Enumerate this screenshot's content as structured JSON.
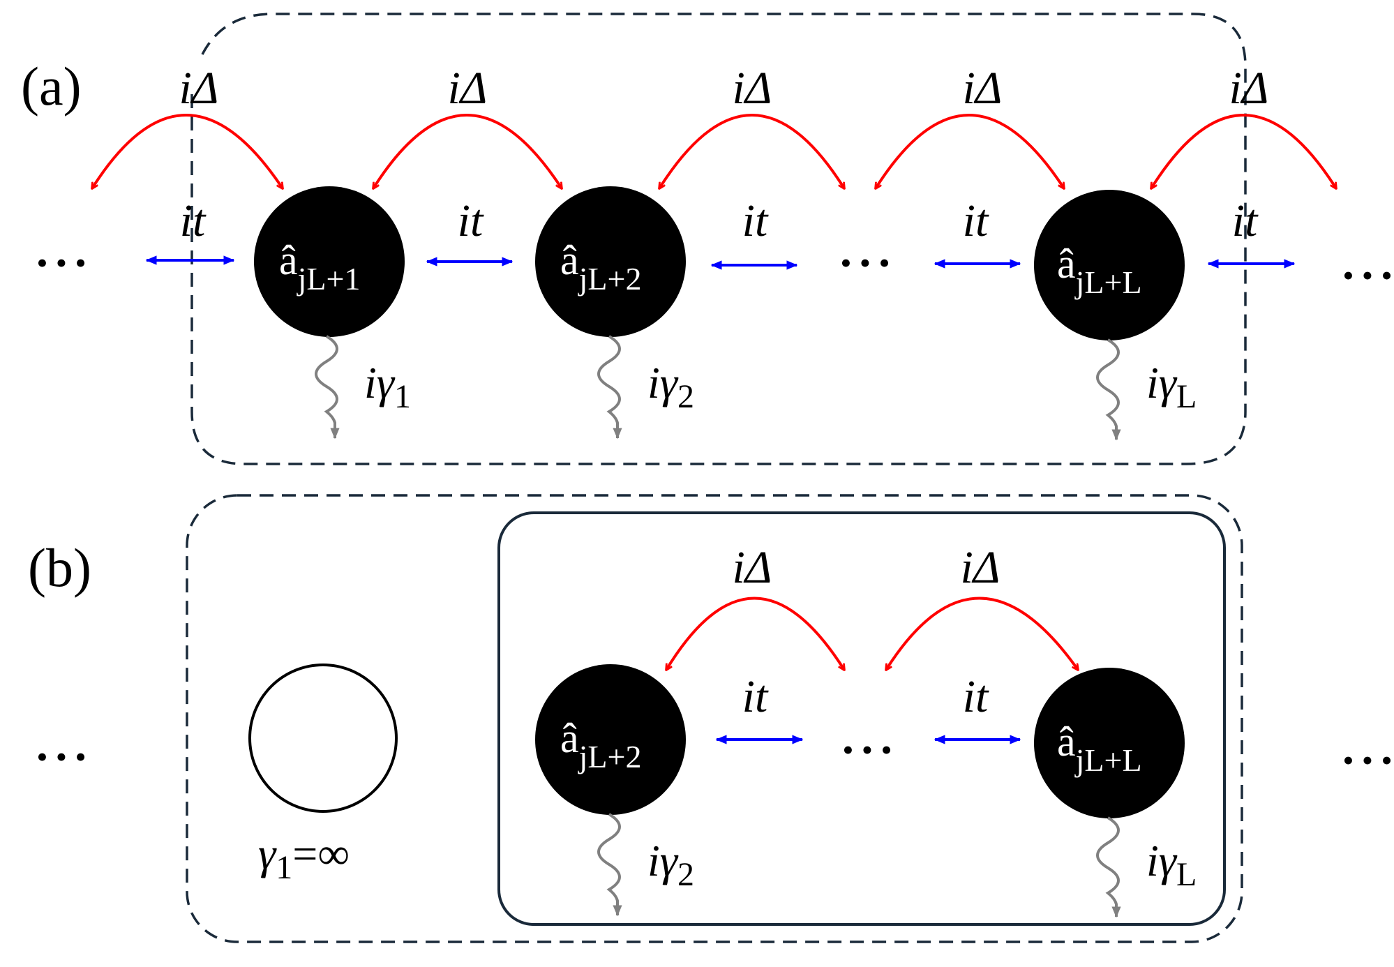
{
  "panel_a": {
    "label": "(a)",
    "nn_delta_label": "iΔ",
    "hop_label": "it",
    "ellipsis": "• • •",
    "sites": [
      {
        "hat": "â",
        "subscript": "jL+1",
        "loss_prefix": "iγ",
        "loss_sub": "1"
      },
      {
        "hat": "â",
        "subscript": "jL+2",
        "loss_prefix": "iγ",
        "loss_sub": "2"
      },
      {
        "hat": "â",
        "subscript": "jL+L",
        "loss_prefix": "iγ",
        "loss_sub": "L"
      }
    ]
  },
  "panel_b": {
    "label": "(b)",
    "nn_delta_label": "iΔ",
    "hop_label": "it",
    "ellipsis": "• • •",
    "removed_site": {
      "gamma": "γ",
      "sub": "1",
      "value": "=∞"
    },
    "sites": [
      {
        "hat": "â",
        "subscript": "jL+2",
        "loss_prefix": "iγ",
        "loss_sub": "2"
      },
      {
        "hat": "â",
        "subscript": "jL+L",
        "loss_prefix": "iγ",
        "loss_sub": "L"
      }
    ]
  },
  "colors": {
    "delta_arrow": "#ff0000",
    "hop_arrow": "#0000ff",
    "loss_arrow": "#808080",
    "site_fill": "#000000",
    "box_stroke": "#1a2a3a"
  }
}
